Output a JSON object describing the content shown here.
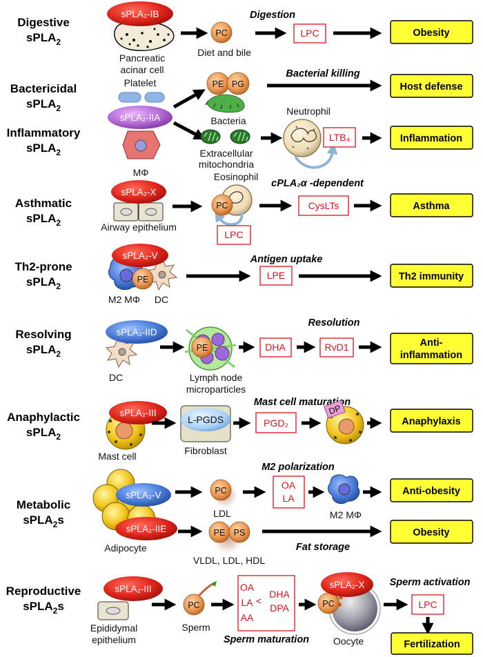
{
  "rows": {
    "digestive": {
      "label_line1": "Digestive",
      "label_line2": "sPLA",
      "label_sub": "2",
      "enzyme": "sPLA₂-IB",
      "cell_line1": "Pancreatic",
      "cell_line2": "acinar cell",
      "lipid": "PC",
      "lipid_caption": "Diet and bile",
      "process": "Digestion",
      "mediator": "LPC",
      "outcome": "Obesity"
    },
    "bactericidal": {
      "label_line1": "Bactericidal",
      "label_line2": "sPLA",
      "label_sub": "2",
      "cell_top": "Platelet",
      "enzyme": "sPLA₂-IIA",
      "cell_bottom": "MΦ",
      "lipid1": "PE",
      "lipid2": "PG",
      "bacteria": "Bacteria",
      "process": "Bacterial killing",
      "outcome": "Host defense"
    },
    "inflammatory": {
      "label_line1": "Inflammatory",
      "label_line2": "sPLA",
      "label_sub": "2",
      "source_line1": "Extracellular",
      "source_line2": "mitochondria",
      "cell": "Neutrophil",
      "mediator": "LTB₄",
      "outcome": "Inflammation"
    },
    "asthmatic": {
      "label_line1": "Asthmatic",
      "label_line2": "sPLA",
      "label_sub": "2",
      "enzyme": "sPLA₂-X",
      "cell": "Airway epithelium",
      "target": "Eosinophil",
      "lipid": "PC",
      "lpc": "LPC",
      "process": "cPLA₂α -dependent",
      "mediator": "CysLTs",
      "outcome": "Asthma"
    },
    "th2": {
      "label_line1": "Th2-prone",
      "label_line2": "sPLA",
      "label_sub": "2",
      "enzyme": "sPLA₂-V",
      "lipid": "PE",
      "cell1": "M2 MΦ",
      "cell2": "DC",
      "process": "Antigen uptake",
      "mediator": "LPE",
      "outcome": "Th2 immunity"
    },
    "resolving": {
      "label_line1": "Resolving",
      "label_line2": "sPLA",
      "label_sub": "2",
      "enzyme": "sPLA₂-IID",
      "cell": "DC",
      "lipid": "PE",
      "source_line1": "Lymph node",
      "source_line2": "microparticles",
      "mediator1": "DHA",
      "process": "Resolution",
      "mediator2": "RvD1",
      "outcome_line1": "Anti-",
      "outcome_line2": "inflammation"
    },
    "anaphylactic": {
      "label_line1": "Anaphylactic",
      "label_line2": "sPLA",
      "label_sub": "2",
      "enzyme": "sPLA₂-III",
      "cell": "Mast cell",
      "synthase": "L-PGDS",
      "fibroblast": "Fibroblast",
      "mediator": "PGD₂",
      "receptor": "DP",
      "process": "Mast cell maturation",
      "outcome": "Anaphylaxis"
    },
    "metabolic": {
      "label_line1": "Metabolic",
      "label_line2": "sPLA",
      "label_sub": "2",
      "label_suffix": "s",
      "enzyme1": "sPLA₂-V",
      "enzyme2": "sPLA₂-IIE",
      "cell": "Adipocyte",
      "lipid": "PC",
      "lipoprotein": "LDL",
      "process1": "M2 polarization",
      "fa1": "OA",
      "fa2": "LA",
      "macrophage": "M2 MΦ",
      "outcome1": "Anti-obesity",
      "lipid2": "PE",
      "lipid3": "PS",
      "lipoproteins": "VLDL, LDL, HDL",
      "process2": "Fat storage",
      "outcome2": "Obesity"
    },
    "reproductive": {
      "label_line1": "Reproductive",
      "label_line2": "sPLA",
      "label_sub": "2",
      "label_suffix": "s",
      "enzyme1": "sPLA₂-III",
      "cell_line1": "Epididymal",
      "cell_line2": "epithelium",
      "lipid": "PC",
      "sperm": "Sperm",
      "fa1": "OA",
      "fa2": "LA",
      "fa3": "AA",
      "fa4": "DHA",
      "fa5": "DPA",
      "process1": "Sperm maturation",
      "enzyme2": "sPLA₂-X",
      "lipid2": "PC",
      "oocyte": "Oocyte",
      "process2": "Sperm activation",
      "mediator": "LPC",
      "outcome": "Fertilization"
    }
  },
  "colors": {
    "outcome_fill": "#ffff33",
    "mediator_text": "#d8141b",
    "enzyme_red": "#d8141b",
    "enzyme_purple": "#b46ad6",
    "enzyme_blue": "#4a7bd8",
    "lipid_orange": "#e8853c"
  }
}
